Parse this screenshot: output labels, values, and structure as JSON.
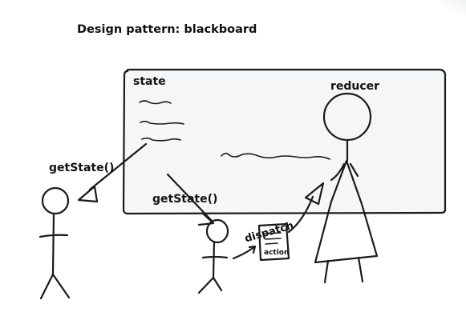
{
  "diagram": {
    "title": "Design pattern: blackboard",
    "board_label": "state",
    "reducer_label": "reducer",
    "left_call_label": "getState()",
    "middle_call_label": "getState()",
    "dispatch_label": "dispatch",
    "action_label": "action"
  },
  "colors": {
    "ink": "#1a1a1a",
    "board_fill": "#f5f6f8",
    "paper": "#ffffff"
  }
}
